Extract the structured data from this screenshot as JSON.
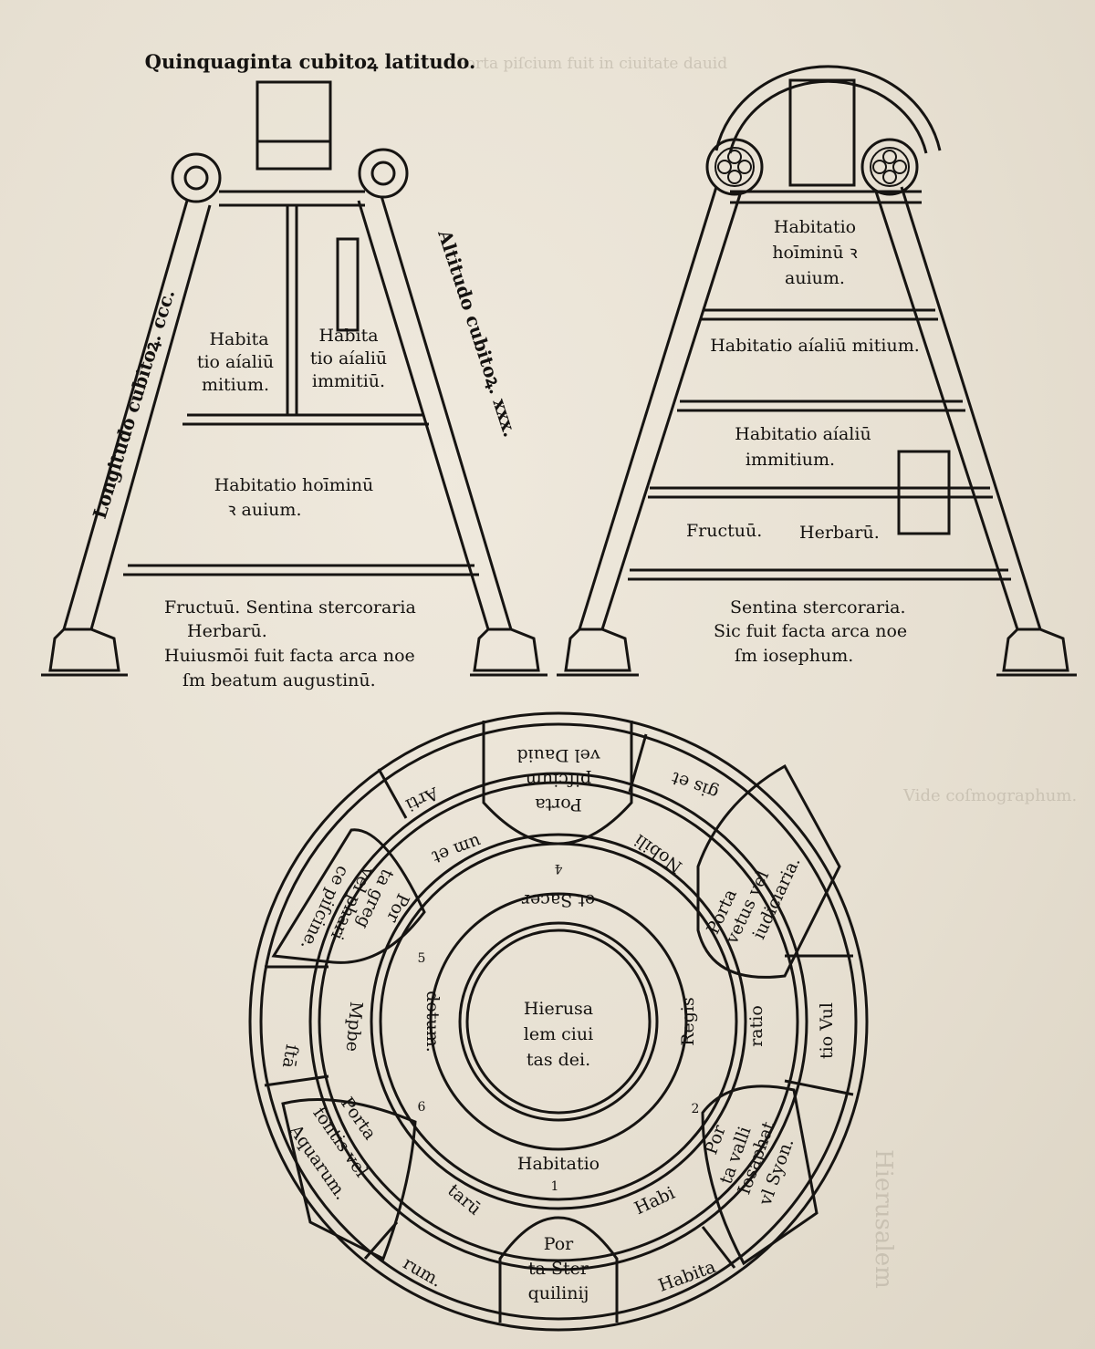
{
  "colors": {
    "paper": "#ece6da",
    "ink": "#161412",
    "bleed": "#b5ad9e"
  },
  "left_ark": {
    "top_caption": "Quinquaginta cubitoꝝ latitudo.",
    "side_left": "Longitudo cubitoꝝ. ccc.",
    "side_right": "Altitudo cubitoꝝ. xxx.",
    "upper_left": [
      "Habita",
      "tio aíaliū",
      "mitium."
    ],
    "upper_right": [
      "Habita",
      "tio aíaliū",
      "immitiū."
    ],
    "middle": [
      "Habitatio hoīminū",
      "ꝛ auium."
    ],
    "bottom": [
      "Fructuū. Sentina stercoraria",
      "Herbarū.",
      "Huiusmōi fuit facta arca noe",
      "ſm beatum augustinū."
    ]
  },
  "right_ark": {
    "tier1": [
      "Habitatio",
      "hoīminū ꝛ",
      "auium."
    ],
    "tier2": "Habitatio aíaliū mitium.",
    "tier3": [
      "Habitatio aíaliū",
      "immitium."
    ],
    "fructuum": "Fructuū.",
    "herbarum": "Herbarū.",
    "bottom": [
      "Sentina stercoraria.",
      "Sic fuit facta arca noe",
      "ſm iosephum."
    ]
  },
  "city_map": {
    "center": [
      "Hierusa",
      "lem ciui",
      "tas dei."
    ],
    "inner_ring": [
      "et Sacer",
      "dotum.",
      "Regis",
      "Habitatio"
    ],
    "middle_ring": [
      "um et",
      "Nobili",
      "ratio",
      "Habi",
      "tarū",
      "ſtā",
      "Mpbe"
    ],
    "outer_ring": [
      "Arti",
      "gis et",
      "tio Vul",
      "Habita",
      "rum."
    ],
    "gates": {
      "top": [
        "Porta",
        "piſcium",
        "vel Dauid"
      ],
      "right_upper": [
        "Porta",
        "vetus vel",
        "iudiciaria."
      ],
      "right_lower": [
        "Por",
        "ta valli",
        "Iosaphat",
        "vl Syon."
      ],
      "bottom": [
        "Por",
        "ta Ster",
        "quilinij"
      ],
      "left_lower": [
        "Porta",
        "fontis vel",
        "Aquarum."
      ],
      "left_upper": [
        "Por",
        "ta greg",
        "vel phari",
        "ce piſcine."
      ]
    },
    "numerals": [
      "4",
      "5",
      "2",
      "1",
      "6"
    ]
  },
  "bleed_text": [
    "Porta piſcium fuit in ciuitate dauid",
    "Vide coſmographum.",
    "Hierusalem"
  ]
}
